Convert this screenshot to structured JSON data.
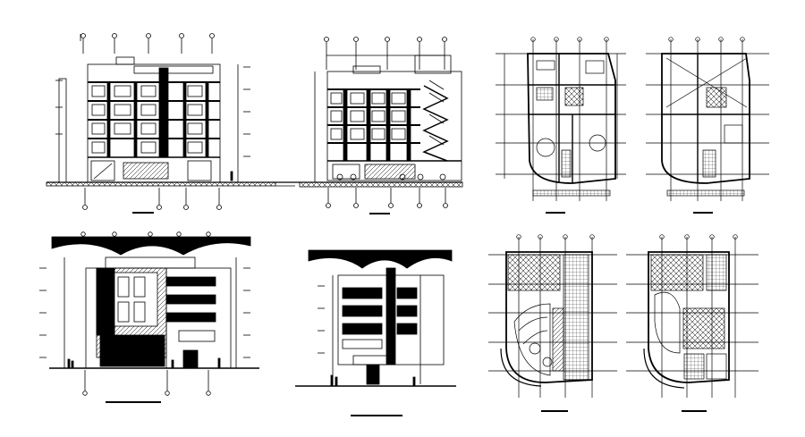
{
  "sheet": {
    "background": "#ffffff",
    "line_color": "#000000",
    "hatch_color": "#000000"
  },
  "drawings": [
    {
      "id": "section-a",
      "kind": "section",
      "title_label": ""
    },
    {
      "id": "section-b",
      "kind": "section",
      "title_label": ""
    },
    {
      "id": "plan-1",
      "kind": "floor-plan",
      "title_label": ""
    },
    {
      "id": "plan-2",
      "kind": "floor-plan",
      "title_label": ""
    },
    {
      "id": "elevation-front",
      "kind": "elevation",
      "title_label": ""
    },
    {
      "id": "elevation-side",
      "kind": "elevation",
      "title_label": ""
    },
    {
      "id": "plan-3",
      "kind": "floor-plan",
      "title_label": ""
    },
    {
      "id": "plan-4",
      "kind": "floor-plan",
      "title_label": ""
    }
  ]
}
